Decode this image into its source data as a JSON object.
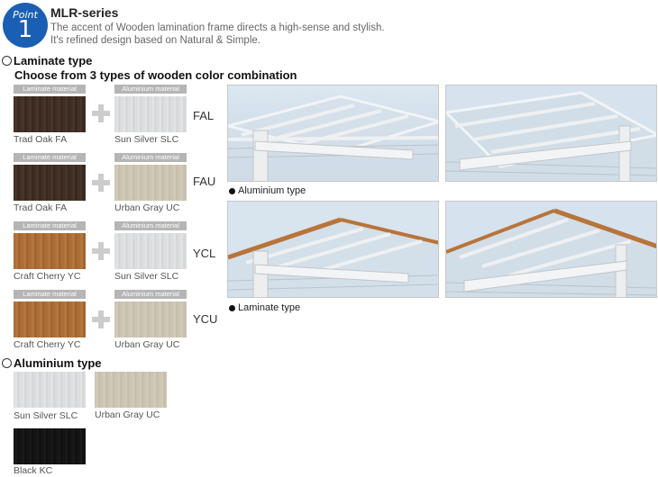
{
  "header": {
    "badge_word": "Point",
    "badge_number": "1",
    "series_title": "MLR-series",
    "description_line1": "The accent of Wooden lamination frame directs a high-sense and stylish.",
    "description_line2": "It's refined design based on Natural & Simple."
  },
  "laminate_section": {
    "title": "Laminate type",
    "subtitle": "Choose from 3 types of wooden color  combination",
    "tag_laminate": "Laminate material",
    "tag_aluminium": "Aluminium material",
    "combos": [
      {
        "code": "FAL",
        "wood": "Trad Oak  FA",
        "metal": "Sun Silver  SLC"
      },
      {
        "code": "FAU",
        "wood": "Trad Oak  FA",
        "metal": "Urban Gray  UC"
      },
      {
        "code": "YCL",
        "wood": "Craft Cherry  YC",
        "metal": "Sun Silver  SLC"
      },
      {
        "code": "YCU",
        "wood": "Craft Cherry  YC",
        "metal": "Urban Gray  UC"
      }
    ]
  },
  "photos": {
    "caption_aluminium": "Aluminium type",
    "caption_laminate": "Laminate type"
  },
  "aluminium_section": {
    "title": "Aluminium type",
    "colors": [
      {
        "label": "Sun Silver  SLC"
      },
      {
        "label": "Urban Gray  UC"
      },
      {
        "label": "Black  KC"
      }
    ]
  },
  "colors": {
    "accent_blue": "#1a5fb4",
    "tag_gray": "#b5b5b5",
    "wood_edge": "#b8743a",
    "frame_silver": "#e6e8ea"
  }
}
